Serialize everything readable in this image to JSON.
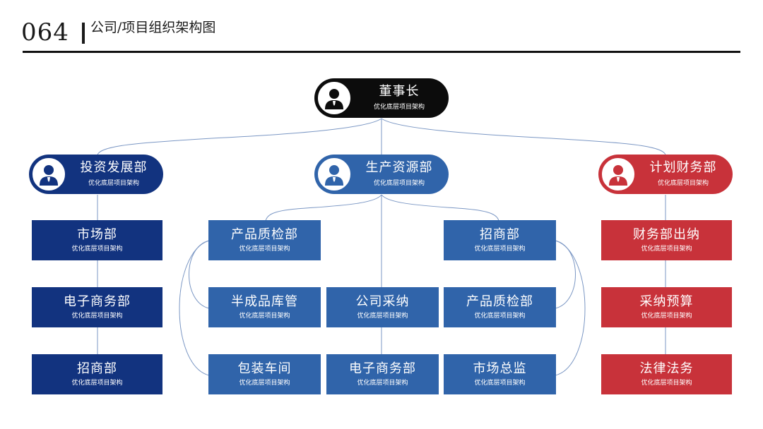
{
  "header": {
    "number": "064",
    "title": "公司/项目组织架构图"
  },
  "colors": {
    "black": "#0c0c0c",
    "navy": "#12337f",
    "blue": "#3064aa",
    "red": "#c8323a",
    "line": "#7b97c4"
  },
  "nodes": {
    "root": {
      "title": "董事长",
      "sub": "优化底层项目架构"
    },
    "left": {
      "title": "投资发展部",
      "sub": "优化底层项目架构"
    },
    "mid": {
      "title": "生产资源部",
      "sub": "优化底层项目架构"
    },
    "right": {
      "title": "计划财务部",
      "sub": "优化底层项目架构"
    },
    "l1": {
      "title": "市场部",
      "sub": "优化底层项目架构"
    },
    "l2": {
      "title": "电子商务部",
      "sub": "优化底层项目架构"
    },
    "l3": {
      "title": "招商部",
      "sub": "优化底层项目架构"
    },
    "m1": {
      "title": "产品质检部",
      "sub": "优化底层项目架构"
    },
    "m2": {
      "title": "招商部",
      "sub": "优化底层项目架构"
    },
    "m3": {
      "title": "半成品库管",
      "sub": "优化底层项目架构"
    },
    "m4": {
      "title": "公司采纳",
      "sub": "优化底层项目架构"
    },
    "m5": {
      "title": "产品质检部",
      "sub": "优化底层项目架构"
    },
    "m6": {
      "title": "包装车间",
      "sub": "优化底层项目架构"
    },
    "m7": {
      "title": "电子商务部",
      "sub": "优化底层项目架构"
    },
    "m8": {
      "title": "市场总监",
      "sub": "优化底层项目架构"
    },
    "r1": {
      "title": "财务部出纳",
      "sub": "优化底层项目架构"
    },
    "r2": {
      "title": "采纳预算",
      "sub": "优化底层项目架构"
    },
    "r3": {
      "title": "法律法务",
      "sub": "优化底层项目架构"
    }
  }
}
